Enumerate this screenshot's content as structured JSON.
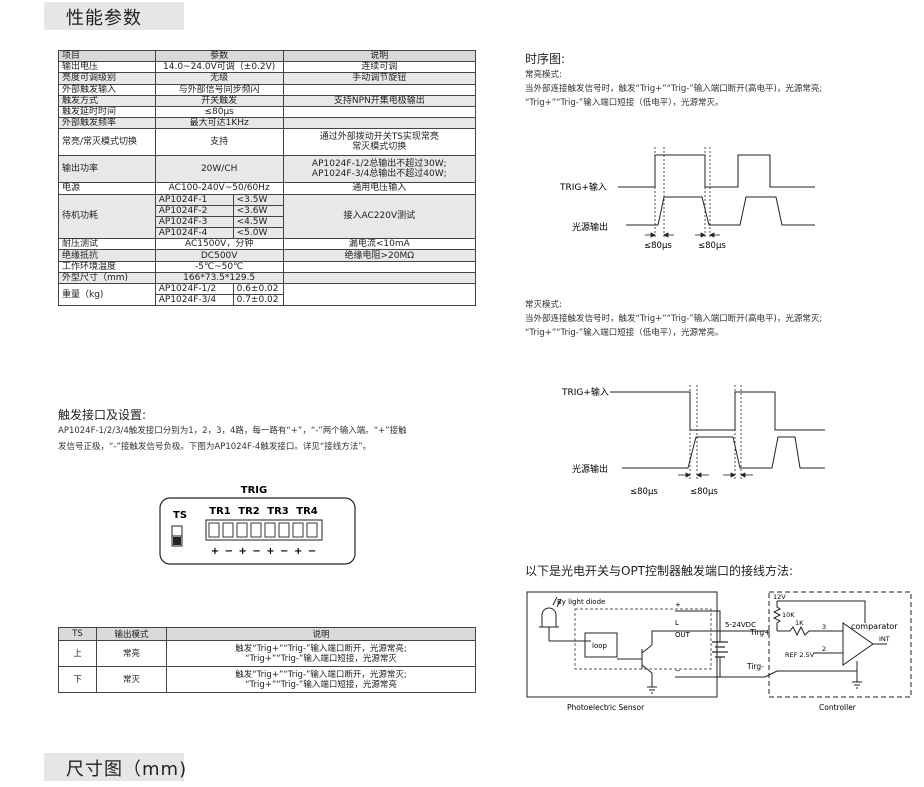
{
  "sections": {
    "performance": "性能参数",
    "dimensions": "尺寸图（mm)"
  },
  "spec_table": {
    "headers": [
      "项目",
      "参数",
      "说明"
    ],
    "rows": {
      "r1": [
        "输出电压",
        "14.0~24.0V可调（±0.2V)",
        "连续可调"
      ],
      "r2": [
        "亮度可调级别",
        "无级",
        "手动调节旋钮"
      ],
      "r3": [
        "外部触发输入",
        "与外部信号同步频闪",
        ""
      ],
      "r4": [
        "触发方式",
        "开关触发",
        "支持NPN开集电极输出"
      ],
      "r5": [
        "触发延时时间",
        "≤80μs",
        ""
      ],
      "r6": [
        "外部触发频率",
        "最大可达1KHz",
        ""
      ],
      "r7": [
        "常亮/常灭模式切换",
        "支持",
        "通过外部拨动开关TS实现常亮",
        "常灭模式切换"
      ],
      "r8": [
        "输出功率",
        "20W/CH",
        "AP1024F-1/2总输出不超过30W;",
        "AP1024F-3/4总输出不超过40W;"
      ],
      "r9": [
        "电源",
        "AC100-240V~50/60Hz",
        "通用电压输入"
      ],
      "standby": {
        "label": "待机功耗",
        "note": "接入AC220V测试",
        "items": [
          [
            "AP1024F-1",
            "<3.5W"
          ],
          [
            "AP1024F-2",
            "<3.6W"
          ],
          [
            "AP1024F-3",
            "<4.5W"
          ],
          [
            "AP1024F-4",
            "<5.0W"
          ]
        ]
      },
      "r10": [
        "耐压测试",
        "AC1500V，分钟",
        "漏电流<10mA"
      ],
      "r11": [
        "绝缘抵抗",
        "DC500V",
        "绝缘电阻>20MΩ"
      ],
      "r12": [
        "工作环境温度",
        "-5℃~50℃",
        ""
      ],
      "r13": [
        "外型尺寸（mm)",
        "166*73.5*129.5",
        ""
      ],
      "weight": {
        "label": "重量（kg)",
        "items": [
          [
            "AP1024F-1/2",
            "0.6±0.02"
          ],
          [
            "AP1024F-3/4",
            "0.7±0.02"
          ]
        ]
      }
    }
  },
  "trigger": {
    "title": "触发接口及设置:",
    "para1": "AP1024F-1/2/3/4触发接口分别为1，2，3，4路，每一路有“+”，“-”两个输入端。“+”接触",
    "para2": "发信号正极，“-”接触发信号负极。下图为AP1024F-4触发接口。详见“接线方法”。",
    "connector": {
      "title": "TRIG",
      "ts": "TS",
      "channels": [
        "TR1",
        "TR2",
        "TR3",
        "TR4"
      ],
      "polarity": "+ − + − + − + −"
    }
  },
  "ts_table": {
    "headers": [
      "TS",
      "输出模式",
      "说明"
    ],
    "rows": [
      {
        "ts": "上",
        "mode": "常亮",
        "d1": "触发“Trig+”“Trig-”输入端口断开，光源常亮;",
        "d2": "“Trig+”“Trig-”输入端口短接，光源常灭"
      },
      {
        "ts": "下",
        "mode": "常灭",
        "d1": "触发“Trig+”“Trig-”输入端口断开，光源常灭;",
        "d2": "“Trig+”“Trig-”输入端口短接，光源常亮"
      }
    ]
  },
  "timing": {
    "title": "时序图:",
    "mode_on": {
      "label": "常亮模式:",
      "l1": "当外部连接触发信号时，触发“Trig+”“Trig-”输入端口断开(高电平)，光源常亮;",
      "l2": "“Trig+”“Trig-”输入端口短接（低电平），光源常灭。"
    },
    "mode_off": {
      "label": "常灭模式:",
      "l1": "当外部连接触发信号时，触发“Trig+”“Trig-”输入端口断开(高电平)，光源常灭;",
      "l2": "“Trig+”“Trig-”输入端口短接（低电平），光源常亮。"
    },
    "trig_label": "TRIG+输入",
    "light_label": "光源输出",
    "delay1": "≤80μs",
    "delay2": "≤80μs"
  },
  "wiring": {
    "title": "以下是光电开关与OPT控制器触发端口的接线方法:",
    "labels": {
      "diode": "By light diode",
      "loop": "loop",
      "plus": "+",
      "l": "L",
      "out": "OUT",
      "minus": "−",
      "supply": "5-24VDC",
      "trig_plus": "Tirg+",
      "trig_minus": "Tirg-",
      "v12": "12V",
      "r10k": "10K",
      "r1k": "1K",
      "ref": "REF 2.5V",
      "comparator": "comparator",
      "pin3": "3",
      "pin2": "2",
      "int": "INT",
      "sensor": "Photoelectric Sensor",
      "controller": "Controller"
    }
  }
}
